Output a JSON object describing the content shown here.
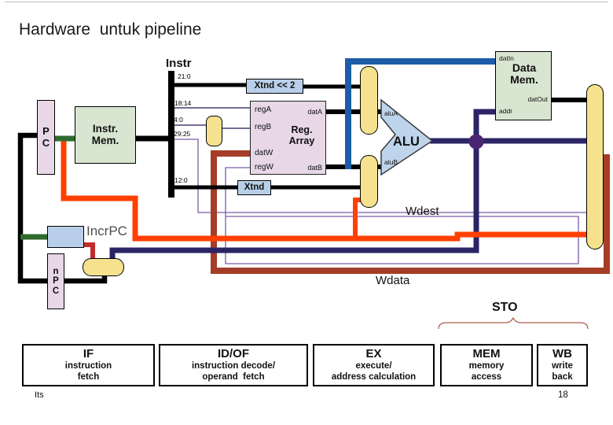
{
  "slide": {
    "title": "Hardware  untuk pipeline",
    "page_number": "18",
    "author": "Its"
  },
  "labels": {
    "instr": "Instr",
    "wdest": "Wdest",
    "wdata": "Wdata",
    "sto": "STO",
    "incrpc": "IncrPC"
  },
  "bit_fields": {
    "b21": "21:0",
    "b18": "18:14",
    "b4": "4:0",
    "b29": "29:25",
    "b12": "12:0"
  },
  "components": {
    "pc": {
      "l1": "P",
      "l2": "C"
    },
    "npc": {
      "l1": "n",
      "l2": "P",
      "l3": "C"
    },
    "instr_mem": {
      "l1": "Instr.",
      "l2": "Mem."
    },
    "data_mem": {
      "l1": "Data",
      "l2": "Mem.",
      "datin": "datIn",
      "datout": "datOut",
      "addr": "addr"
    },
    "reg_array": {
      "l1": "Reg.",
      "l2": "Array",
      "rega": "regA",
      "regb": "regB",
      "datw": "datW",
      "regw": "regW",
      "data": "datA",
      "datb": "datB"
    },
    "alu": {
      "name": "ALU",
      "porta": "aluA",
      "portb": "aluB"
    },
    "xtnd_shift": "Xtnd << 2",
    "xtnd": "Xtnd"
  },
  "stages": [
    {
      "abbr": "IF",
      "desc1": "instruction",
      "desc2": "fetch"
    },
    {
      "abbr": "ID/OF",
      "desc1": "instruction decode/",
      "desc2": "operand  fetch"
    },
    {
      "abbr": "EX",
      "desc1": "execute/",
      "desc2": "address calculation"
    },
    {
      "abbr": "MEM",
      "desc1": "memory",
      "desc2": "access"
    },
    {
      "abbr": "WB",
      "desc1": "write",
      "desc2": "back"
    }
  ],
  "colors": {
    "black": "#000000",
    "blue": "#1d5ca8",
    "navy": "#2b2565",
    "orange": "#ff4000",
    "brown": "#a53d28",
    "red": "#c22b2b",
    "green": "#2f6b2f",
    "purple": "#7a5ca8",
    "thin_dark": "#4a3a6a",
    "dot": "#4a2472",
    "latch_yellow": "#f6e28e",
    "box_pink": "#e7d7e7",
    "box_green": "#d8e5d1",
    "box_blue": "#b9cfe9",
    "alu_fill": "#bed4eb",
    "brace": "#b06050"
  }
}
